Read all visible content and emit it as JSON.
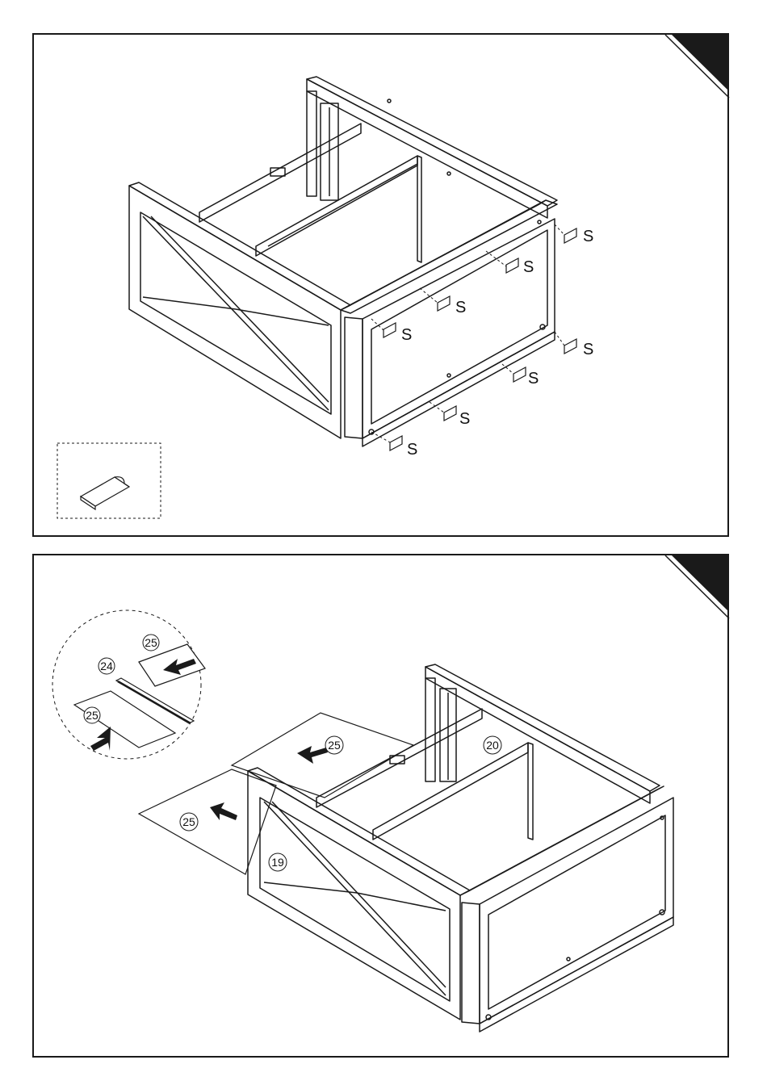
{
  "step1": {
    "sticker_label": "S",
    "sticker_count": 8
  },
  "step2": {
    "part_numbers": {
      "bottom_panel": "25",
      "divider_strip": "24",
      "side_panel": "20",
      "front_panel": "19"
    },
    "detail_labels": [
      "25",
      "24",
      "25"
    ]
  },
  "colors": {
    "line": "#1a1a1a",
    "corner_tab": "#1a1a1a",
    "panel_fill": "#ffffff"
  }
}
